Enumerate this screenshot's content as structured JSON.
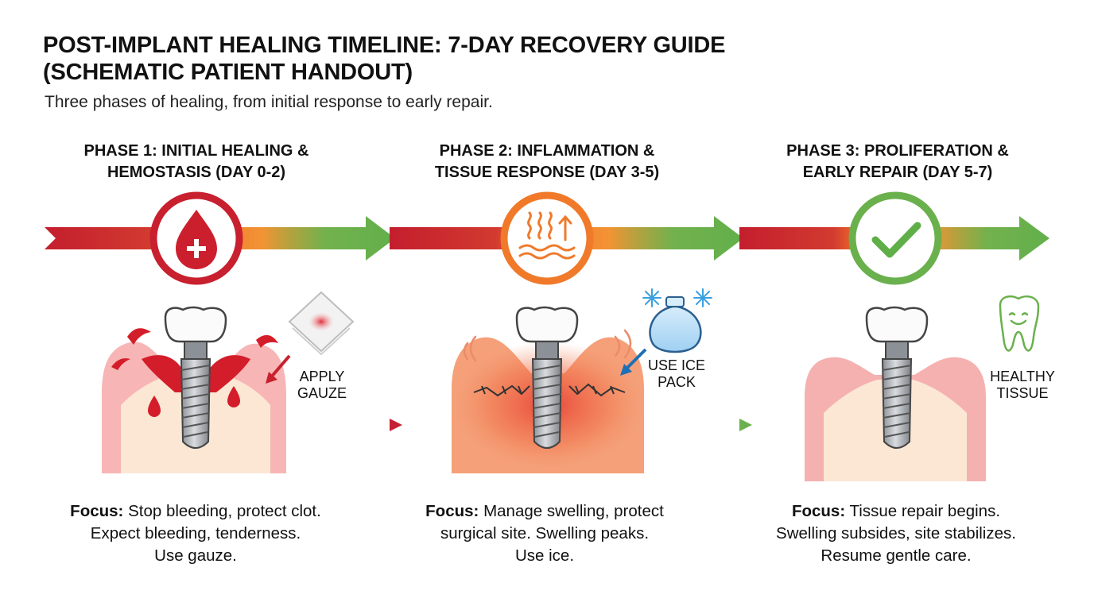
{
  "header": {
    "title": "POST-IMPLANT HEALING TIMELINE: 7-DAY RECOVERY GUIDE\n(SCHEMATIC PATIENT HANDOUT)",
    "subtitle": "Three phases of healing, from initial response to early repair."
  },
  "phases": [
    {
      "title": "PHASE 1: INITIAL HEALING &\nHEMOSTASIS (DAY 0-2)",
      "icon": "blood-drop-plus-icon",
      "color": "#c8202e",
      "callout": "APPLY\nGAUZE",
      "focus_label": "Focus:",
      "focus_line1": "Stop bleeding, protect clot.",
      "focus_line2": "Expect bleeding, tenderness.",
      "focus_line3": "Use gauze."
    },
    {
      "title": "PHASE 2: INFLAMMATION &\nTISSUE RESPONSE (DAY 3-5)",
      "icon": "heat-waves-arrow-icon",
      "color": "#f07a2a",
      "callout": "USE ICE\nPACK",
      "focus_label": "Focus:",
      "focus_line1": "Manage swelling, protect",
      "focus_line2": "surgical site. Swelling peaks.",
      "focus_line3": "Use ice."
    },
    {
      "title": "PHASE 3: PROLIFERATION &\nEARLY REPAIR (DAY 5-7)",
      "icon": "check-mark-icon",
      "color": "#6ab04c",
      "callout": "HEALTHY\nTISSUE",
      "focus_label": "Focus:",
      "focus_line1": "Tissue repair begins.",
      "focus_line2": "Swelling subsides, site stabilizes.",
      "focus_line3": "Resume gentle care."
    }
  ]
}
